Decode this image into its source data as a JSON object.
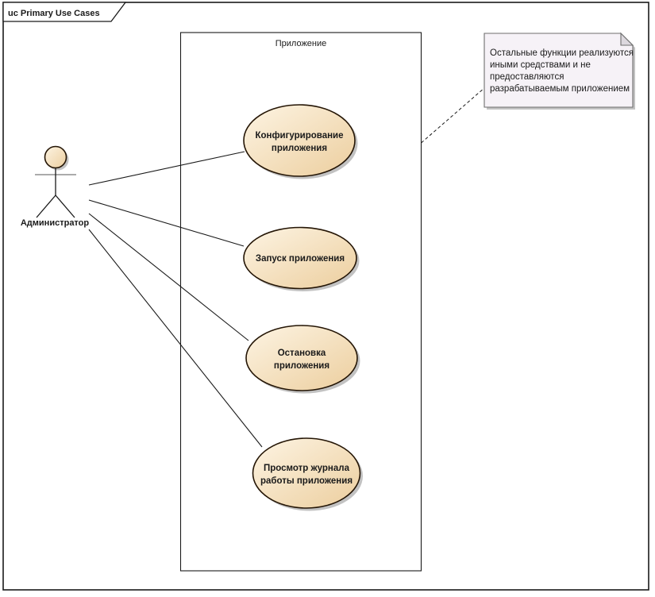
{
  "frame": {
    "title": "uc Primary Use Cases"
  },
  "boundary": {
    "label": "Приложение"
  },
  "actor": {
    "label": "Администратор"
  },
  "usecases": [
    {
      "id": "configure-app",
      "lines": [
        "Конфигурирование",
        "приложения"
      ]
    },
    {
      "id": "start-app",
      "lines": [
        "Запуск приложения"
      ]
    },
    {
      "id": "stop-app",
      "lines": [
        "Остановка",
        "приложения"
      ]
    },
    {
      "id": "view-log",
      "lines": [
        "Просмотр журнала",
        "работы приложения"
      ]
    }
  ],
  "note": {
    "lines": [
      "Остальные функции реализуются",
      "иными средствами и не",
      "предоставляются",
      "разрабатываемым приложением"
    ]
  },
  "colors": {
    "node_fill_light": "#fdf4e3",
    "node_fill_dark": "#ecce9e",
    "note_fill": "#f6f2f7",
    "shadow": "#c2c2c2",
    "stroke": "#1a1a1a"
  }
}
